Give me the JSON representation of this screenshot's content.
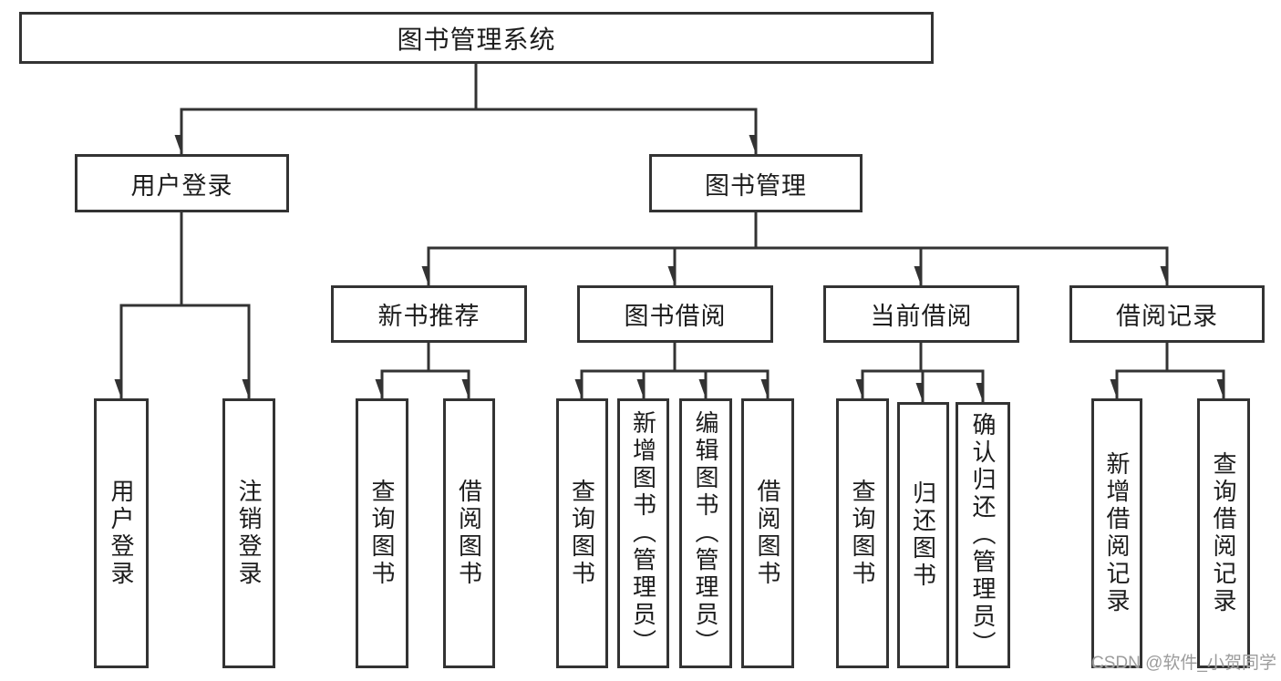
{
  "colors": {
    "line": "#333333",
    "box_border": "#333333",
    "box_fill": "#ffffff",
    "text": "#1c1c1c",
    "watermark": "#9c9c9c",
    "background": "#ffffff"
  },
  "watermark": {
    "text": "CSDN @软件_小贺同学"
  },
  "tree": {
    "label": "图书管理系统",
    "children": [
      {
        "label": "用户登录",
        "children": [
          {
            "label": "用户登录"
          },
          {
            "label": "注销登录"
          }
        ]
      },
      {
        "label": "图书管理",
        "children": [
          {
            "label": "新书推荐",
            "children": [
              {
                "label": "查询图书"
              },
              {
                "label": "借阅图书"
              }
            ]
          },
          {
            "label": "图书借阅",
            "children": [
              {
                "label": "查询图书"
              },
              {
                "label": "新增图书（管理员）"
              },
              {
                "label": "编辑图书（管理员）"
              },
              {
                "label": "借阅图书"
              }
            ]
          },
          {
            "label": "当前借阅",
            "children": [
              {
                "label": "查询图书"
              },
              {
                "label": "归还图书"
              },
              {
                "label": "确认归还（管理员）"
              }
            ]
          },
          {
            "label": "借阅记录",
            "children": [
              {
                "label": "新增借阅记录"
              },
              {
                "label": "查询借阅记录"
              }
            ]
          }
        ]
      }
    ]
  }
}
